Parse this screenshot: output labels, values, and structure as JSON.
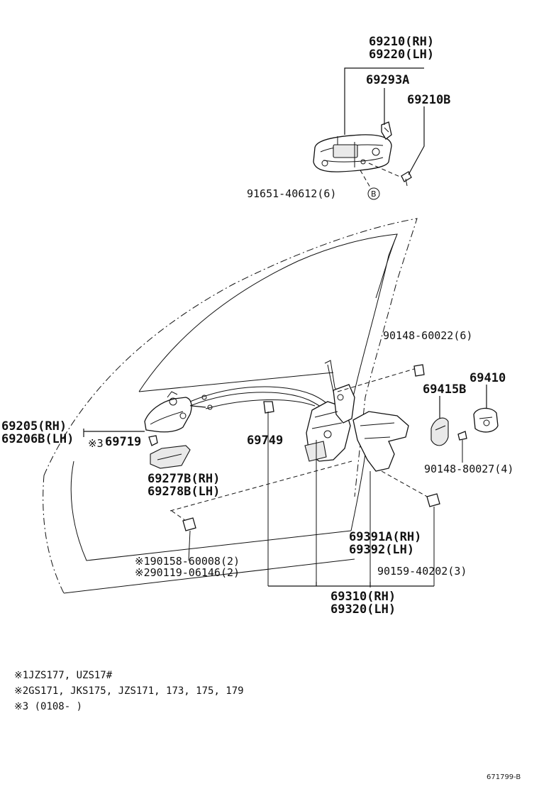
{
  "parts": {
    "p69210": "69210(RH)",
    "p69220": "69220(LH)",
    "p69293A": "69293A",
    "p69210B": "69210B",
    "p91651": "91651-40612(6)",
    "b_ref_outer": "B",
    "p90148_60022": "90148-60022(6)",
    "p69410": "69410",
    "p69415B": "69415B",
    "p90148_80027": "90148-80027(4)",
    "p69205": "69205(RH)",
    "p69206B": "69206B(LH)",
    "mark3": "※3",
    "p69719": "69719",
    "p69749": "69749",
    "p69277B": "69277B(RH)",
    "p69278B": "69278B(LH)",
    "p69391A": "69391A(RH)",
    "p69392": "69392(LH)",
    "p90158": "※190158-60008(2)",
    "p90119": "※290119-06146(2)",
    "p90159": "90159-40202(3)",
    "p69310": "69310(RH)",
    "p69320": "69320(LH)"
  },
  "notes": [
    "※1JZS177, UZS17#",
    "※2GS171, JKS175, JZS171, 173, 175, 179",
    "※3 (0108-        )"
  ],
  "diagram_code": "671799-B"
}
